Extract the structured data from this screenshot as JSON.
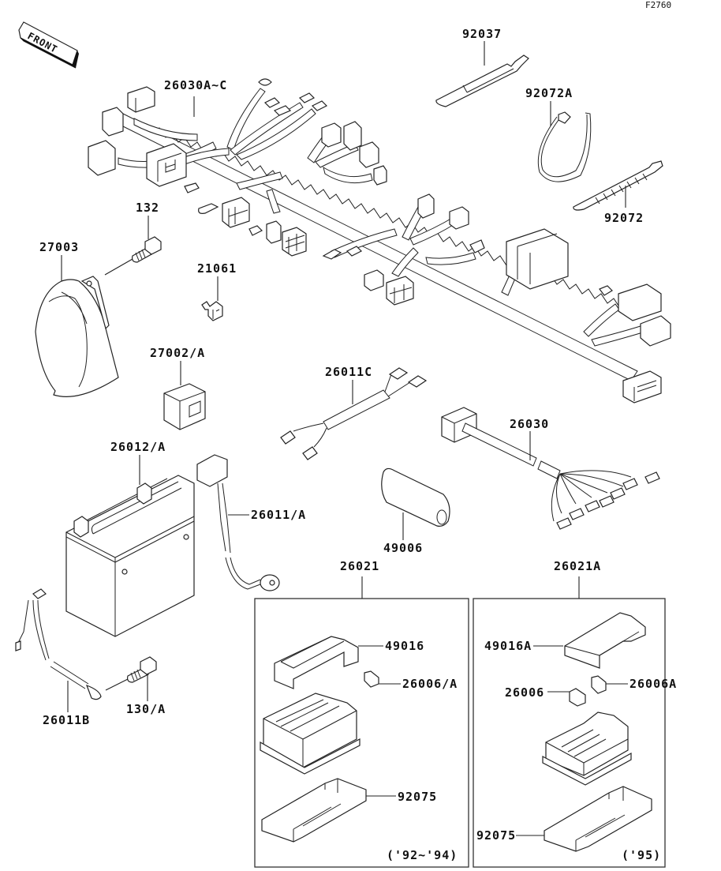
{
  "diagram": {
    "code": "F2760",
    "front_label": "FRONT",
    "parts": {
      "p92037": "92037",
      "p92072A": "92072A",
      "p92072": "92072",
      "p26030AC": "26030A~C",
      "p132": "132",
      "p27003": "27003",
      "p21061": "21061",
      "p27002A": "27002/A",
      "p26011C": "26011C",
      "p26030": "26030",
      "p26012A": "26012/A",
      "p26011A": "26011/A",
      "p49006": "49006",
      "p26011B": "26011B",
      "p130A": "130/A"
    },
    "kits": [
      {
        "id": "26021",
        "years": "('92~'94)",
        "parts": {
          "cover": "49016",
          "fuse": "26006/A",
          "case": "92075"
        }
      },
      {
        "id": "26021A",
        "years": "('95)",
        "parts": {
          "cover": "49016A",
          "fuse_a": "26006",
          "fuse_b": "26006A",
          "case": "92075"
        }
      }
    ]
  }
}
